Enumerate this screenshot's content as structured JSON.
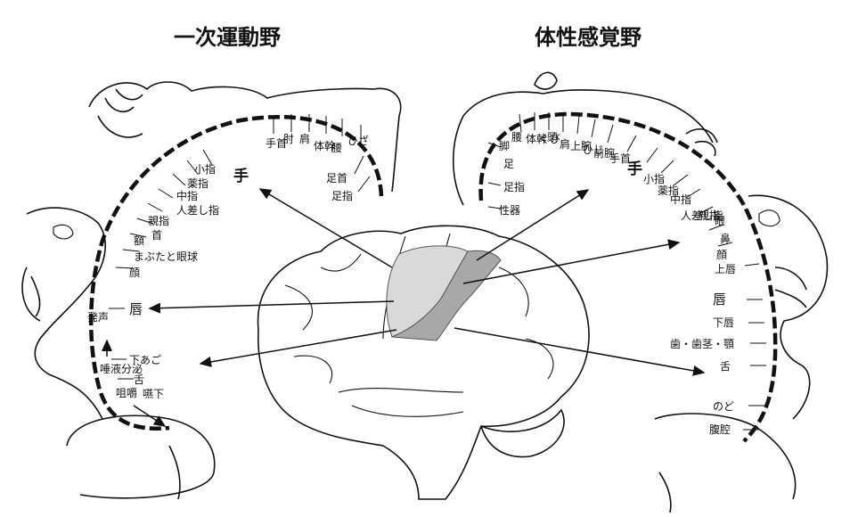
{
  "titles": {
    "motor": "一次運動野",
    "sensory": "体性感覚野"
  },
  "motor_labels": {
    "hand_wrist": "手首",
    "elbow": "肘",
    "shoulder": "肩",
    "trunk": "体幹",
    "hip": "腰",
    "knee": "ひざ",
    "ankle": "足首",
    "toes": "足指",
    "hand": "手",
    "little_finger": "小指",
    "ring_finger": "薬指",
    "middle_finger": "中指",
    "index_finger": "人差し指",
    "thumb": "親指",
    "neck": "首",
    "brow": "額",
    "eyelid_eyeball": "まぶたと眼球",
    "face": "顔",
    "lips": "唇",
    "vocalization": "発声",
    "jaw": "下あご",
    "tongue": "舌",
    "salivation": "唾液分泌",
    "mastication": "咀嚼",
    "swallowing": "嚥下"
  },
  "sensory_labels": {
    "leg": "脚",
    "foot": "足",
    "toes": "足指",
    "genitals": "性器",
    "hip": "腰",
    "trunk": "体幹",
    "neck": "くび",
    "head": "頭",
    "shoulder": "肩",
    "upper_arm": "上腕",
    "elbow": "ひじ",
    "forearm": "前腕",
    "wrist": "手首",
    "hand": "手",
    "little_finger": "小指",
    "ring_finger": "薬指",
    "middle_finger": "中指",
    "index_finger": "人差し指",
    "thumb": "親指",
    "eye": "眼",
    "nose": "鼻",
    "face": "顔",
    "upper_lip": "上唇",
    "lips": "唇",
    "lower_lip": "下唇",
    "teeth_gums_jaw": "歯・歯茎・顎",
    "tongue": "舌",
    "throat": "のど",
    "abdominal_cavity": "腹腔"
  }
}
